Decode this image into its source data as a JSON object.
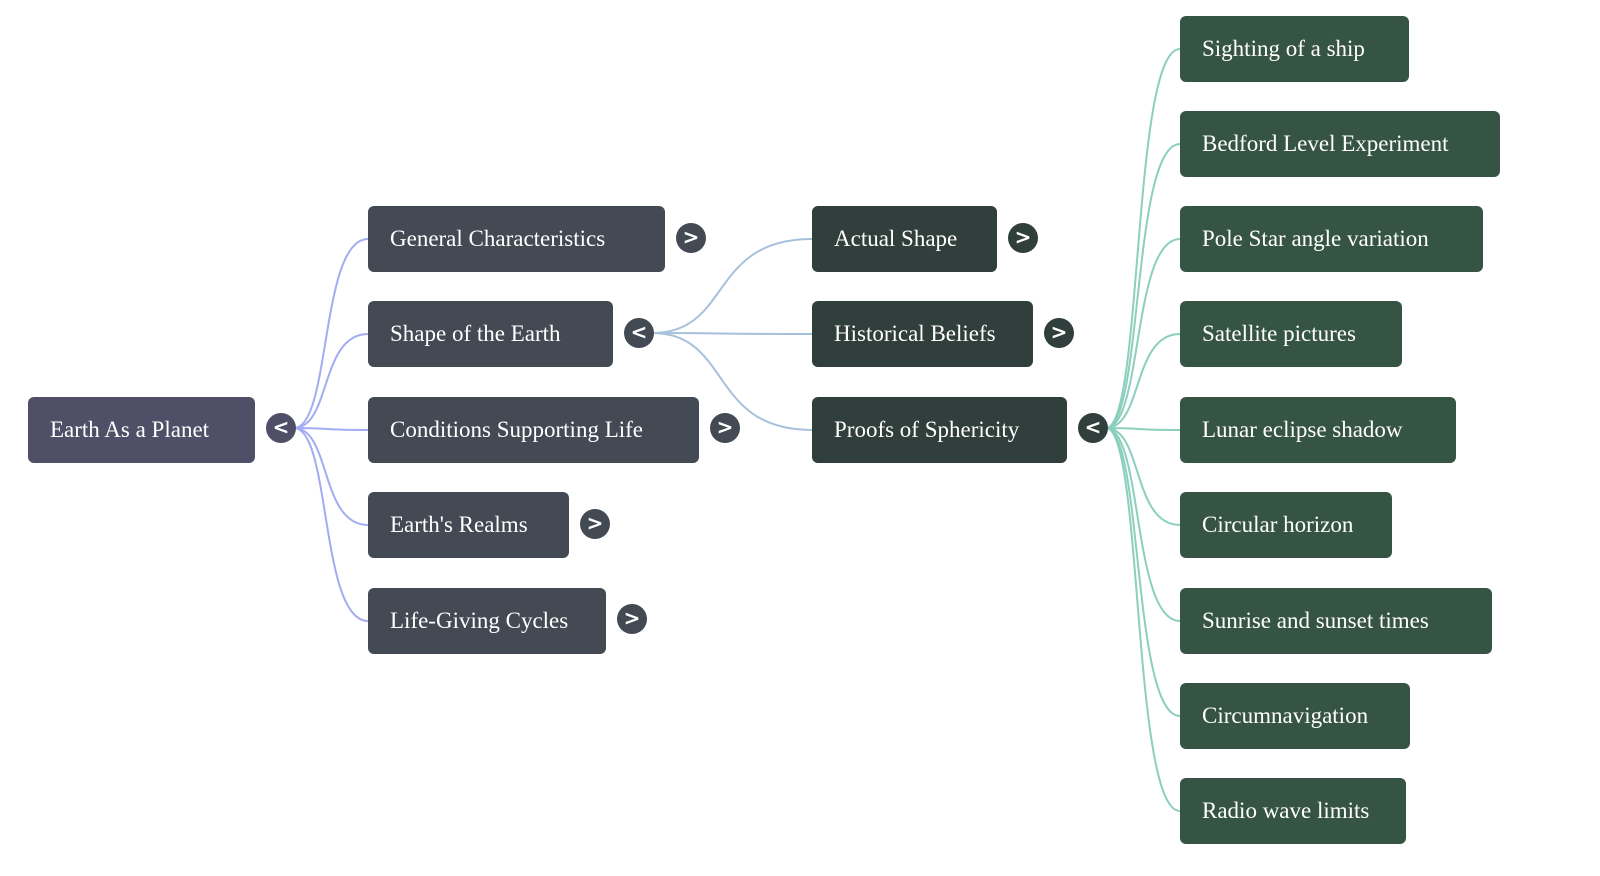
{
  "mindmap": {
    "colors": {
      "root": "#4f5068",
      "level1": "#434a53",
      "level2": "#303f3b",
      "level3": "#365443",
      "edge_level1": "#a3acf2",
      "edge_level2": "#a7c0dc",
      "edge_level3": "#8ccfbd"
    },
    "root": {
      "label": "Earth As a Planet",
      "toggle": "<",
      "expanded": true
    },
    "level1": [
      {
        "label": "General Characteristics",
        "toggle": ">",
        "expanded": false
      },
      {
        "label": "Shape of the Earth",
        "toggle": "<",
        "expanded": true
      },
      {
        "label": "Conditions Supporting Life",
        "toggle": ">",
        "expanded": false
      },
      {
        "label": "Earth's Realms",
        "toggle": ">",
        "expanded": false
      },
      {
        "label": "Life-Giving Cycles",
        "toggle": ">",
        "expanded": false
      }
    ],
    "level2": [
      {
        "label": "Actual Shape",
        "toggle": ">",
        "expanded": false
      },
      {
        "label": "Historical Beliefs",
        "toggle": ">",
        "expanded": false
      },
      {
        "label": "Proofs of Sphericity",
        "toggle": "<",
        "expanded": true
      }
    ],
    "level3": [
      {
        "label": "Sighting of a ship"
      },
      {
        "label": "Bedford Level Experiment"
      },
      {
        "label": "Pole Star angle variation"
      },
      {
        "label": "Satellite pictures"
      },
      {
        "label": "Lunar eclipse shadow"
      },
      {
        "label": "Circular horizon"
      },
      {
        "label": "Sunrise and sunset times"
      },
      {
        "label": "Circumnavigation"
      },
      {
        "label": "Radio wave limits"
      }
    ]
  }
}
